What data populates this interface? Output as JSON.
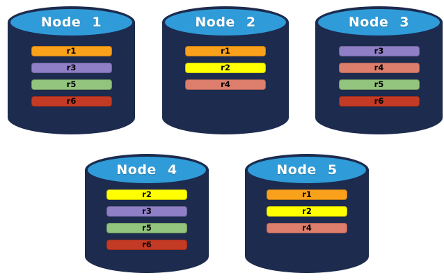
{
  "diagram": {
    "background_color": "#ffffff",
    "cylinder_body_color": "#1C2B4E",
    "cylinder_top_color": "#2F9CD9",
    "node_title_color": "#ffffff",
    "replica_label_color": "#000000",
    "replica_colors": {
      "r1": "#F9A11B",
      "r2": "#FFFF00",
      "r3": "#8E7FC6",
      "r4": "#DD7E6D",
      "r5": "#93C47D",
      "r6": "#C33A25"
    },
    "nodes": [
      {
        "title": "Node 1",
        "replicas": [
          "r1",
          "r3",
          "r5",
          "r6"
        ]
      },
      {
        "title": "Node 2",
        "replicas": [
          "r1",
          "r2",
          "r4"
        ]
      },
      {
        "title": "Node 3",
        "replicas": [
          "r3",
          "r4",
          "r5",
          "r6"
        ]
      },
      {
        "title": "Node 4",
        "replicas": [
          "r2",
          "r3",
          "r5",
          "r6"
        ]
      },
      {
        "title": "Node 5",
        "replicas": [
          "r1",
          "r2",
          "r4"
        ]
      }
    ]
  }
}
